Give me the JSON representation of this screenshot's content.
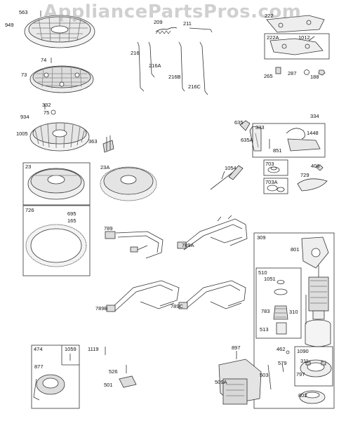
{
  "watermark": "AppliancePartsPros.com",
  "parts": [
    "563",
    "949",
    "74",
    "73",
    "332",
    "934",
    "75",
    "1005",
    "363",
    "209",
    "211",
    "216",
    "216A",
    "216B",
    "216C",
    "222",
    "222A",
    "1012",
    "265",
    "287",
    "188",
    "635",
    "635A",
    "333",
    "1448",
    "851",
    "334",
    "1054",
    "703",
    "703A",
    "406",
    "729",
    "23",
    "23A",
    "726",
    "695",
    "165",
    "789",
    "789A",
    "309",
    "801",
    "510",
    "1051",
    "310",
    "783",
    "513",
    "462",
    "1090",
    "311",
    "797",
    "579",
    "503",
    "802",
    "789B",
    "789C",
    "897",
    "509A",
    "474",
    "1059",
    "1119",
    "877",
    "526",
    "501"
  ]
}
